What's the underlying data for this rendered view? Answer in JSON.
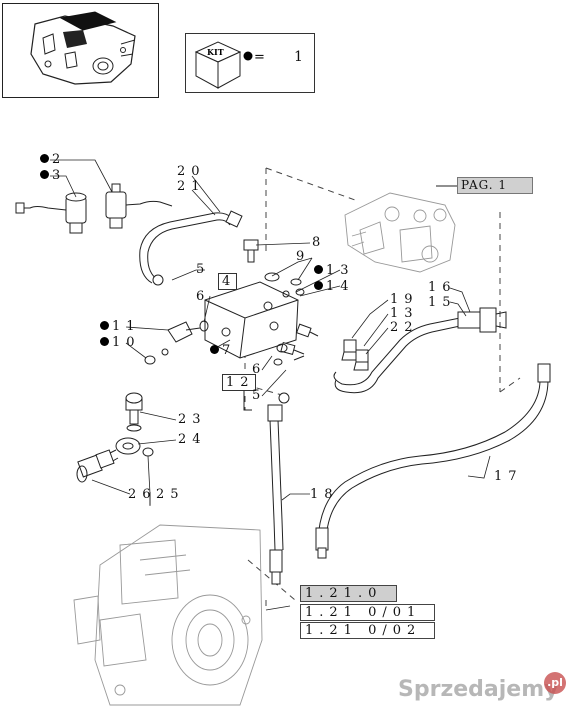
{
  "kit": {
    "label": "KIT",
    "equals": "=",
    "quantity": "1"
  },
  "page_ref": "PAG. 1",
  "callouts": [
    {
      "id": "c2",
      "text": "2",
      "dot": true
    },
    {
      "id": "c3",
      "text": "3",
      "dot": true
    },
    {
      "id": "c20",
      "text": "20",
      "dot": false
    },
    {
      "id": "c21",
      "text": "21",
      "dot": false
    },
    {
      "id": "c8",
      "text": "8",
      "dot": false
    },
    {
      "id": "c9",
      "text": "9",
      "dot": false
    },
    {
      "id": "c13a",
      "text": "13",
      "dot": true
    },
    {
      "id": "c14",
      "text": "14",
      "dot": true
    },
    {
      "id": "c5a",
      "text": "5",
      "dot": false
    },
    {
      "id": "c4",
      "text": "4",
      "dot": false
    },
    {
      "id": "c6a",
      "text": "6",
      "dot": false
    },
    {
      "id": "c11",
      "text": "11",
      "dot": true
    },
    {
      "id": "c10",
      "text": "10",
      "dot": true
    },
    {
      "id": "c7",
      "text": "7",
      "dot": true
    },
    {
      "id": "c19",
      "text": "19",
      "dot": false
    },
    {
      "id": "c13b",
      "text": "13",
      "dot": false
    },
    {
      "id": "c22",
      "text": "22",
      "dot": false
    },
    {
      "id": "c16",
      "text": "16",
      "dot": false
    },
    {
      "id": "c15",
      "text": "15",
      "dot": false
    },
    {
      "id": "c6b",
      "text": "6",
      "dot": false
    },
    {
      "id": "c12",
      "text": "12",
      "dot": false
    },
    {
      "id": "c5b",
      "text": "5",
      "dot": false
    },
    {
      "id": "c23",
      "text": "23",
      "dot": false
    },
    {
      "id": "c24",
      "text": "24",
      "dot": false
    },
    {
      "id": "c26",
      "text": "26",
      "dot": false
    },
    {
      "id": "c25",
      "text": "25",
      "dot": false
    },
    {
      "id": "c18",
      "text": "18",
      "dot": false
    },
    {
      "id": "c17",
      "text": "17",
      "dot": false
    }
  ],
  "references": {
    "main": "1.21.0",
    "sub1": "1.21 0/01",
    "sub2": "1.21 0/02"
  },
  "watermark": "Sprzedajemy",
  "watermark_badge": ".pl",
  "colors": {
    "line": "#222222",
    "dashed": "#444444",
    "highlight": "#cfcfcf",
    "bullet": "#000000"
  }
}
